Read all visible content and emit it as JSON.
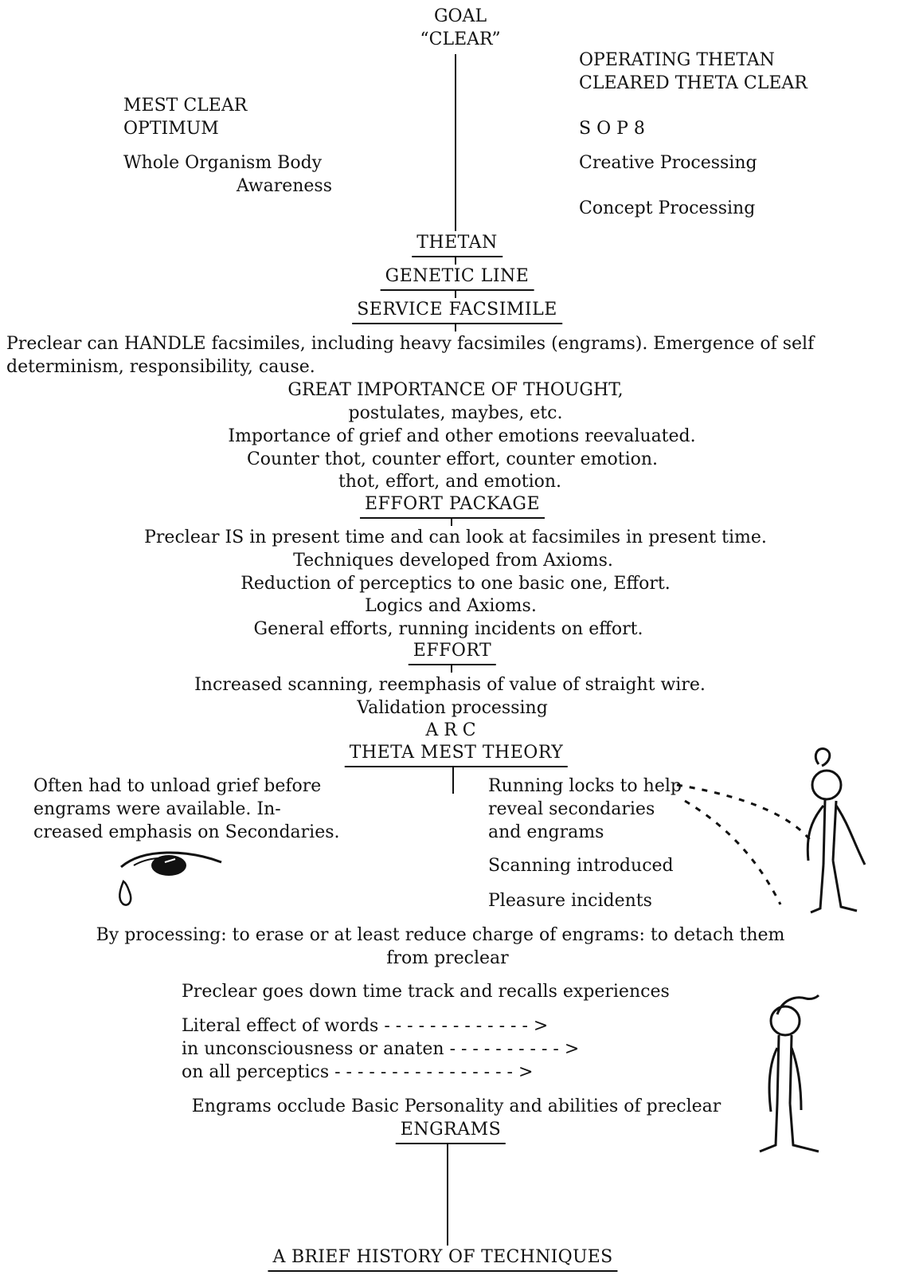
{
  "top": {
    "goal": "GOAL",
    "clear": "“CLEAR”"
  },
  "left_top": {
    "mest_clear": "MEST CLEAR",
    "optimum": "OPTIMUM",
    "whole_organism": "Whole Organism Body",
    "awareness": "Awareness"
  },
  "right_top": {
    "operating_thetan": "OPERATING THETAN",
    "cleared_theta_clear": "CLEARED THETA CLEAR",
    "sop8": "S O P 8",
    "creative": "Creative Processing",
    "concept": "Concept Processing"
  },
  "stages": {
    "thetan": "THETAN",
    "genetic_line": "GENETIC LINE",
    "service_facsimile": "SERVICE FACSIMILE",
    "effort_package": "EFFORT PACKAGE",
    "effort": "EFFORT",
    "theta_mest_theory": "THETA MEST THEORY",
    "engrams": "ENGRAMS",
    "history": "A BRIEF HISTORY OF TECHNIQUES"
  },
  "service_block": {
    "line1": "Preclear can HANDLE facsimiles, including heavy facsimiles (engrams).  Emergence of self",
    "line2": "determinism, responsibility, cause.",
    "line3": "GREAT IMPORTANCE OF THOUGHT,",
    "line4": "postulates, maybes, etc.",
    "line5": "Importance of grief and other emotions reevaluated.",
    "line6": "Counter thot, counter effort, counter emotion.",
    "line7": "thot, effort, and emotion."
  },
  "effort_package_block": {
    "line1": "Preclear IS in present time and can look at facsimiles in present time.",
    "line2": "Techniques developed from Axioms.",
    "line3": "Reduction of perceptics to one basic one, Effort.",
    "line4": "Logics and Axioms.",
    "line5": "General efforts, running incidents on effort."
  },
  "effort_block": {
    "line1": "Increased scanning, reemphasis of value of straight wire.",
    "line2": "Validation processing",
    "line3": "A R C"
  },
  "theta_left": {
    "line1": "Often had to unload grief before",
    "line2": "engrams were available.  In-",
    "line3": "creased emphasis on Secondaries."
  },
  "theta_right": {
    "line1": "Running locks to help",
    "line2": "reveal secondaries",
    "line3": "and engrams",
    "line4": "Scanning introduced",
    "line5": "Pleasure incidents"
  },
  "processing": {
    "line1": "By processing:  to erase or at least reduce charge of engrams:  to detach them",
    "line2": "from preclear"
  },
  "engram_block": {
    "line1": "Preclear goes down time track and recalls experiences",
    "literal": "Literal effect of words - - - - - - - - - - - - - >",
    "unconscious": "in unconsciousness or anaten - - - - - - - - - - >",
    "perceptics": "on all perceptics - - - - - - - - - - - - - - - - >",
    "occlude": "Engrams occlude Basic Personality and abilities of preclear"
  },
  "icons": [
    "weeping-eye-icon",
    "stick-figure-icon"
  ]
}
